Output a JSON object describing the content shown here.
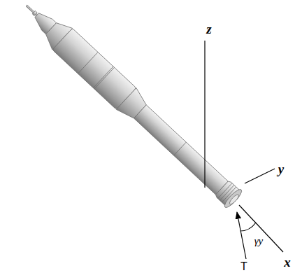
{
  "diagram": {
    "labels": [
      "z",
      "y",
      "x",
      "T",
      "γy"
    ]
  }
}
